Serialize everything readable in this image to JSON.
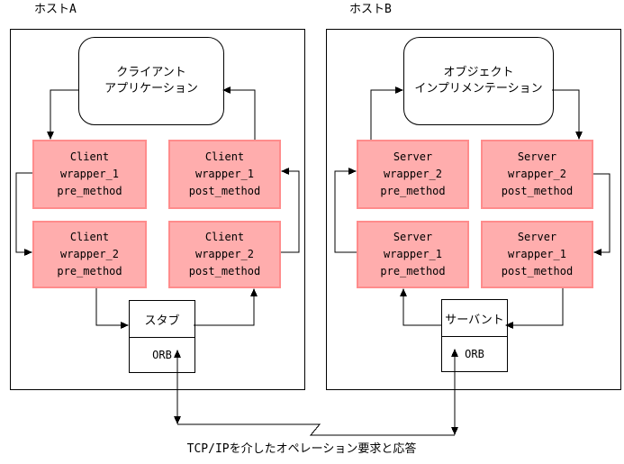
{
  "diagram": {
    "caption": "TCP/IPを介したオペレーション要求と応答",
    "colors": {
      "wrapper_fill": "#ffadad",
      "wrapper_border": "#ff8c8c",
      "line": "#000000",
      "background": "#ffffff"
    },
    "host_a": {
      "label": "ホストA",
      "app_line1": "クライアント",
      "app_line2": "アプリケーション",
      "w1_pre": {
        "l1": "Client",
        "l2": "wrapper_1",
        "l3": "pre_method"
      },
      "w1_post": {
        "l1": "Client",
        "l2": "wrapper_1",
        "l3": "post_method"
      },
      "w2_pre": {
        "l1": "Client",
        "l2": "wrapper_2",
        "l3": "pre_method"
      },
      "w2_post": {
        "l1": "Client",
        "l2": "wrapper_2",
        "l3": "post_method"
      },
      "stack_top": "スタブ",
      "stack_bottom": "ORB"
    },
    "host_b": {
      "label": "ホストB",
      "app_line1": "オブジェクト",
      "app_line2": "インプリメンテーション",
      "w2_pre": {
        "l1": "Server",
        "l2": "wrapper_2",
        "l3": "pre_method"
      },
      "w2_post": {
        "l1": "Server",
        "l2": "wrapper_2",
        "l3": "post_method"
      },
      "w1_pre": {
        "l1": "Server",
        "l2": "wrapper_1",
        "l3": "pre_method"
      },
      "w1_post": {
        "l1": "Server",
        "l2": "wrapper_1",
        "l3": "post_method"
      },
      "stack_top": "サーバント",
      "stack_bottom": "ORB"
    }
  }
}
